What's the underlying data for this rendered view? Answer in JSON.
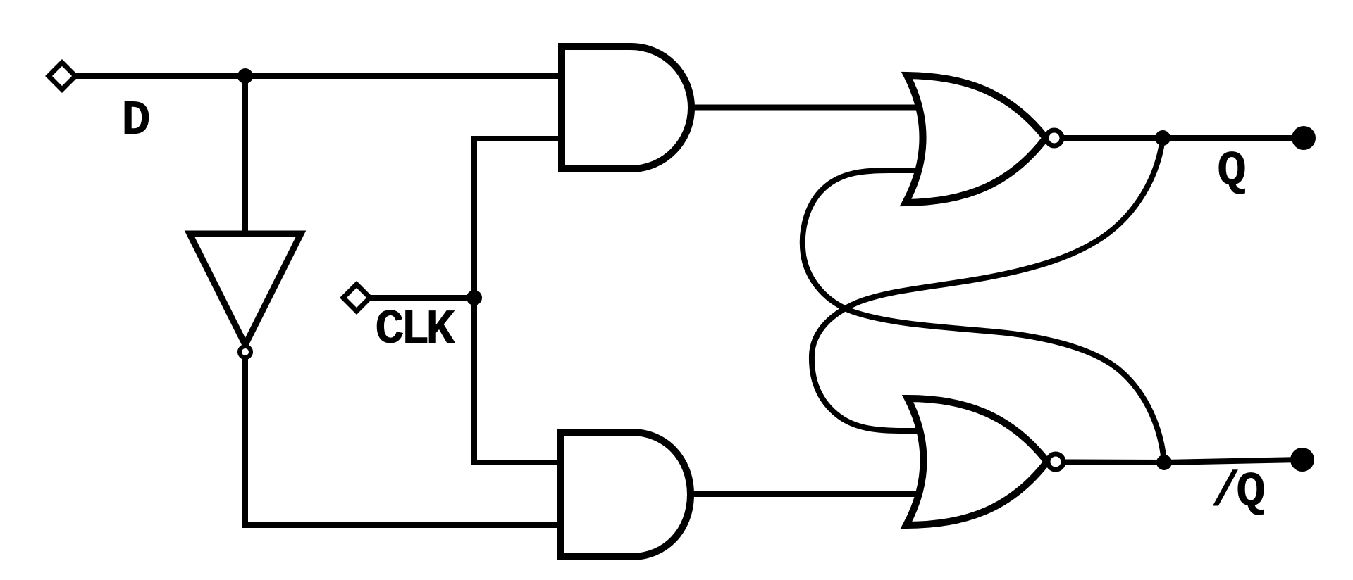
{
  "labels": {
    "d": "D",
    "clk": "CLK",
    "q": "Q",
    "q_bar": "/Q"
  },
  "colors": {
    "line": "#000000",
    "background": "#ffffff",
    "gate_fill": "#ffffff"
  },
  "circuit": {
    "type": "logic-schematic",
    "description": "Gated D latch: inverter, two AND gates, two cross-coupled NOR gates",
    "inputs": [
      {
        "id": "D",
        "terminal": "diamond"
      },
      {
        "id": "CLK",
        "terminal": "diamond"
      }
    ],
    "outputs": [
      {
        "id": "Q",
        "terminal": "filled-circle"
      },
      {
        "id": "/Q",
        "terminal": "filled-circle"
      }
    ],
    "gates": [
      {
        "id": "inv1",
        "type": "NOT",
        "inputs": [
          "D"
        ],
        "output": "D_n"
      },
      {
        "id": "and1",
        "type": "AND",
        "inputs": [
          "D",
          "CLK"
        ],
        "output": "S"
      },
      {
        "id": "and2",
        "type": "AND",
        "inputs": [
          "CLK",
          "D_n"
        ],
        "output": "R"
      },
      {
        "id": "nor1",
        "type": "NOR",
        "inputs": [
          "S",
          "/Q"
        ],
        "output": "Q"
      },
      {
        "id": "nor2",
        "type": "NOR",
        "inputs": [
          "Q",
          "R"
        ],
        "output": "/Q"
      }
    ],
    "junction_dots": [
      "D-branch",
      "CLK-branch",
      "Q-feedback-tap",
      "/Q-feedback-tap"
    ]
  }
}
